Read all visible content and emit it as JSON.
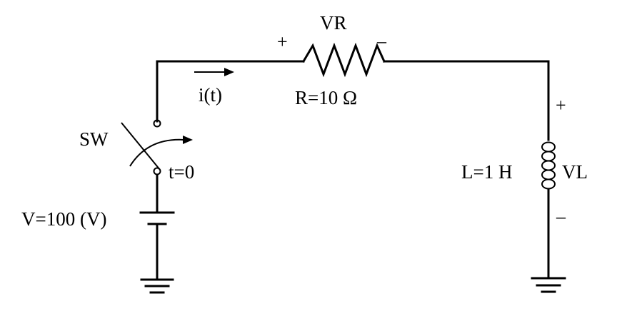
{
  "labels": {
    "vr": "VR",
    "vr_plus": "+",
    "vr_minus": "–",
    "current": "i(t)",
    "resistance": "R=10 Ω",
    "switch": "SW",
    "switch_time": "t=0",
    "source": "V=100 (V)",
    "inductance": "L=1 H",
    "vl": "VL",
    "vl_plus": "+",
    "vl_minus": "–"
  }
}
